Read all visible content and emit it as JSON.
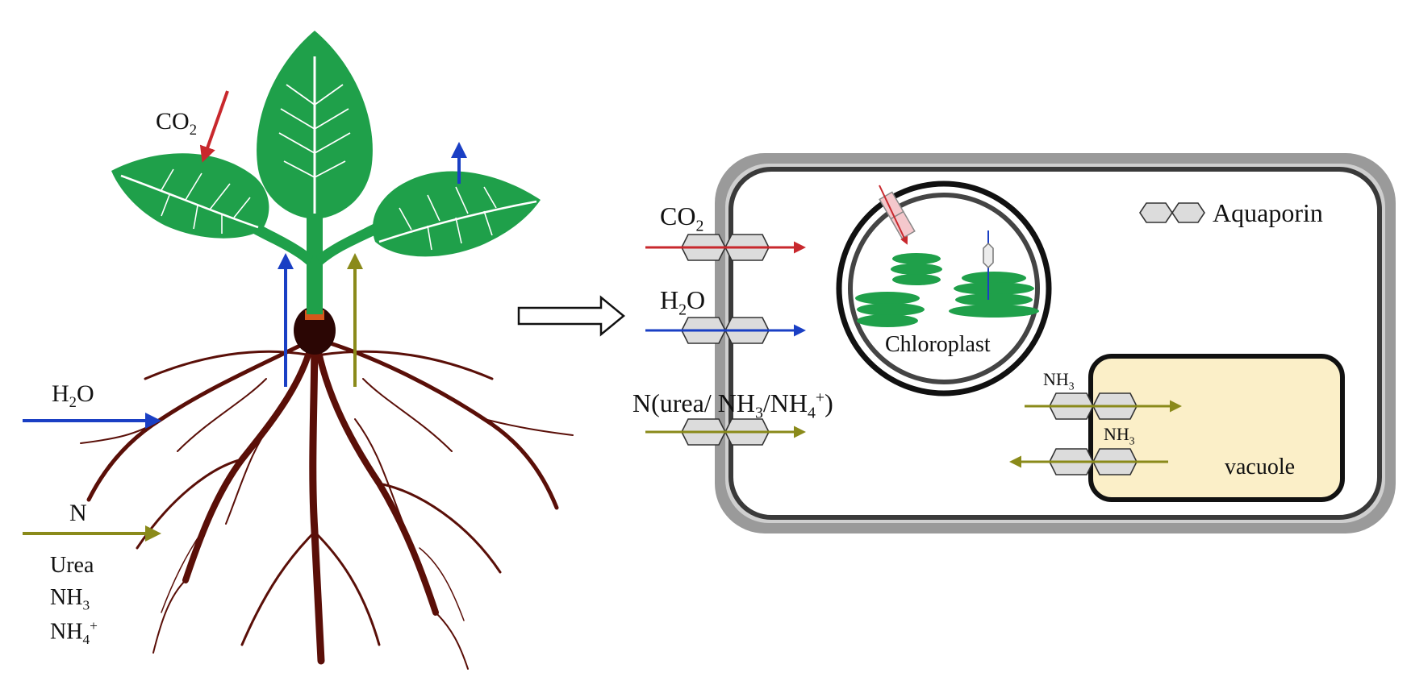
{
  "plant": {
    "co2_label": {
      "base": "CO",
      "sub": "2"
    },
    "h2o_label": {
      "pre": "H",
      "sub": "2",
      "post": "O"
    },
    "n_label": "N",
    "n_forms": [
      {
        "base": "Urea",
        "sub": "",
        "sup": ""
      },
      {
        "base": "NH",
        "sub": "3",
        "sup": ""
      },
      {
        "base": "NH",
        "sub": "4",
        "sup": "+"
      }
    ]
  },
  "cell": {
    "co2_label": {
      "base": "CO",
      "sub": "2"
    },
    "h2o_label": {
      "pre": "H",
      "sub": "2",
      "post": "O"
    },
    "n_label": {
      "pre": "N(urea/ NH",
      "sub1": "3",
      "mid": "/NH",
      "sub2": "4",
      "sup": "+",
      "post": ")"
    },
    "chloroplast_label": "Chloroplast",
    "vacuole_label": "vacuole",
    "nh3_in": {
      "base": "NH",
      "sub": "3"
    },
    "nh3_out": {
      "base": "NH",
      "sub": "3"
    },
    "legend_label": "Aquaporin"
  },
  "colors": {
    "co2_arrow": "#c8282d",
    "h2o_arrow": "#1a3fc4",
    "n_arrow": "#8a8a1a",
    "leaf": "#1fa04a",
    "root": "#5a0f08",
    "vacuole_fill": "#fbefc8",
    "aquaporin_fill": "#dcdcdc"
  }
}
